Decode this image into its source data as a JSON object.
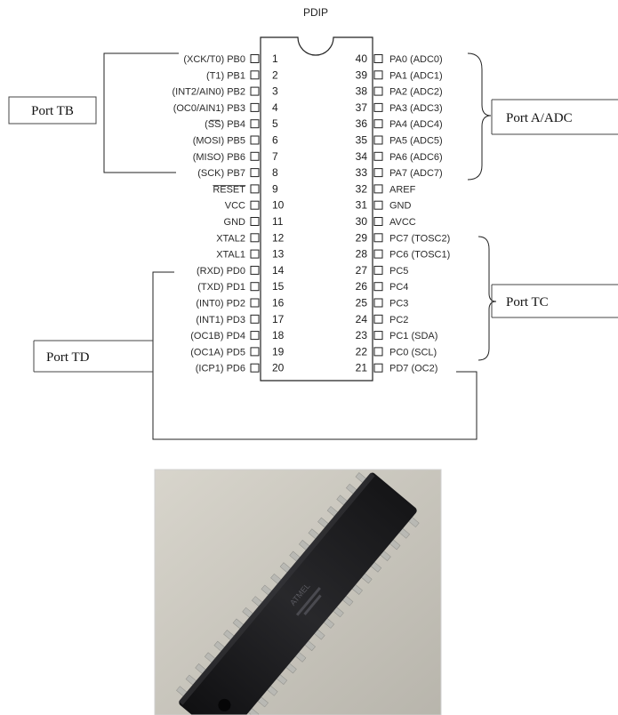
{
  "package_label": "PDIP",
  "ports": {
    "port_b": "Port TB",
    "port_a": "Port A/ADC",
    "port_c": "Port TC",
    "port_d": "Port TD"
  },
  "left_pins": [
    {
      "num": "1",
      "label": "(XCK/T0) PB0"
    },
    {
      "num": "2",
      "label": "(T1) PB1"
    },
    {
      "num": "3",
      "label": "(INT2/AIN0) PB2"
    },
    {
      "num": "4",
      "label": "(OC0/AIN1) PB3"
    },
    {
      "num": "5",
      "label": "(SS) PB4"
    },
    {
      "num": "6",
      "label": "(MOSI) PB5"
    },
    {
      "num": "7",
      "label": "(MISO) PB6"
    },
    {
      "num": "8",
      "label": "(SCK) PB7"
    },
    {
      "num": "9",
      "label": "RESET"
    },
    {
      "num": "10",
      "label": "VCC"
    },
    {
      "num": "11",
      "label": "GND"
    },
    {
      "num": "12",
      "label": "XTAL2"
    },
    {
      "num": "13",
      "label": "XTAL1"
    },
    {
      "num": "14",
      "label": "(RXD) PD0"
    },
    {
      "num": "15",
      "label": "(TXD) PD1"
    },
    {
      "num": "16",
      "label": "(INT0) PD2"
    },
    {
      "num": "17",
      "label": "(INT1) PD3"
    },
    {
      "num": "18",
      "label": "(OC1B) PD4"
    },
    {
      "num": "19",
      "label": "(OC1A) PD5"
    },
    {
      "num": "20",
      "label": "(ICP1) PD6"
    }
  ],
  "right_pins": [
    {
      "num": "40",
      "label": "PA0 (ADC0)"
    },
    {
      "num": "39",
      "label": "PA1 (ADC1)"
    },
    {
      "num": "38",
      "label": "PA2 (ADC2)"
    },
    {
      "num": "37",
      "label": "PA3 (ADC3)"
    },
    {
      "num": "36",
      "label": "PA4 (ADC4)"
    },
    {
      "num": "35",
      "label": "PA5 (ADC5)"
    },
    {
      "num": "34",
      "label": "PA6 (ADC6)"
    },
    {
      "num": "33",
      "label": "PA7 (ADC7)"
    },
    {
      "num": "32",
      "label": "AREF"
    },
    {
      "num": "31",
      "label": "GND"
    },
    {
      "num": "30",
      "label": "AVCC"
    },
    {
      "num": "29",
      "label": "PC7 (TOSC2)"
    },
    {
      "num": "28",
      "label": "PC6 (TOSC1)"
    },
    {
      "num": "27",
      "label": "PC5"
    },
    {
      "num": "26",
      "label": "PC4"
    },
    {
      "num": "25",
      "label": "PC3"
    },
    {
      "num": "24",
      "label": "PC2"
    },
    {
      "num": "23",
      "label": "PC1 (SDA)"
    },
    {
      "num": "22",
      "label": "PC0 (SCL)"
    },
    {
      "num": "21",
      "label": "PD7 (OC2)"
    }
  ],
  "chip_photo": {
    "marking": "ATMEL"
  },
  "colors": {
    "line": "#222222",
    "chip_body": "#1c1c1e",
    "photo_bg": "#c9c6bd",
    "pin_metal": "#b9b9b4"
  }
}
